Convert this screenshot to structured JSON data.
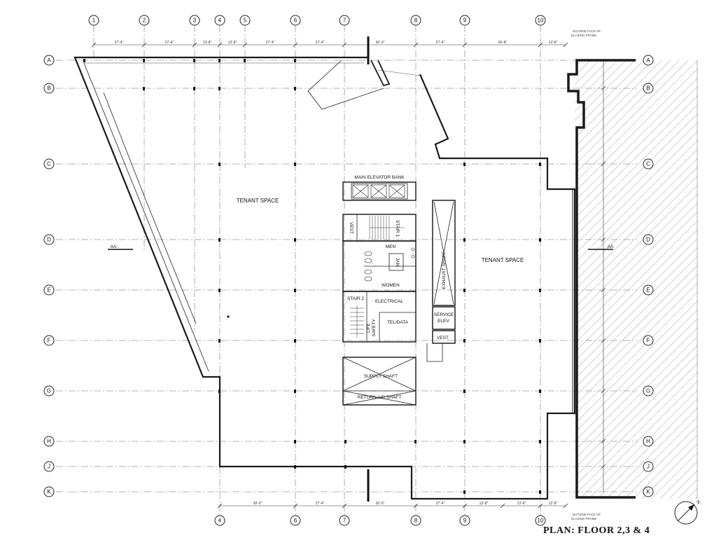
{
  "drawing_title": "PLAN: FLOOR 2,3 & 4",
  "grid_columns_top": [
    "1",
    "2",
    "3",
    "4",
    "5",
    "6",
    "7",
    "8",
    "9",
    "10"
  ],
  "grid_columns_bottom": [
    "4",
    "6",
    "7",
    "8",
    "9",
    "10"
  ],
  "grid_rows": [
    "A",
    "B",
    "C",
    "D",
    "E",
    "F",
    "G",
    "H",
    "J",
    "K"
  ],
  "dims_top": [
    "27'-4\"",
    "27'-4\"",
    "13'-8\"",
    "13'-8\"",
    "27'-4\"",
    "27'-4\"",
    "30'-0\"",
    "27'-4\"",
    "26'-8\"",
    "12'-8\""
  ],
  "dims_bottom": [
    "30'-0\"",
    "27'-4\"",
    "30'-0\"",
    "27'-4\"",
    "13'-8\"",
    "13'-8\"",
    "12'-8\""
  ],
  "glazing_note_top": [
    "OUTSIDE FACE OF",
    "GLAZING FRAME"
  ],
  "glazing_note_bottom": [
    "OUTSIDE FACE OF",
    "GLAZING FRAME"
  ],
  "rooms": {
    "tenant_west": "TENANT SPACE",
    "tenant_east": "TENANT SPACE",
    "main_elevator_bank": "MAIN ELEVATOR BANK",
    "vest_1": "VEST.",
    "stair_1": "STAIR 1",
    "men": "MEN",
    "women": "WOMEN",
    "jan": "JAN",
    "stair_2": "STAIR 2",
    "electrical": "ELECTRICAL",
    "life_safety_1": "LIFE",
    "life_safety_2": "SAFETY",
    "tel_data": "TEL/DATA",
    "exhaust_shaft": "EXHAUST SHAFT",
    "service_elev_1": "SERVICE",
    "service_elev_2": "ELEV.",
    "vest_2": "VEST.",
    "supply_shaft": "SUPPLY SHAFT",
    "return_air_shaft": "RETURN AIR SHAFT"
  },
  "section_marks": [
    "AA",
    "AA"
  ],
  "north_arrow": "north-arrow-icon"
}
